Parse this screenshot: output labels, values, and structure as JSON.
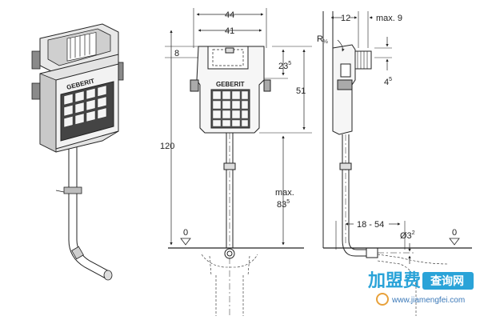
{
  "product": {
    "brand_label": "GEBERIT"
  },
  "front_view": {
    "width_outer": "44",
    "width_inner": "41",
    "top_offset": "8",
    "height_to_flush": "51",
    "flush_offset_main": "23",
    "flush_offset_sup": "5",
    "total_height": "120",
    "max_label": "max.",
    "max_height_main": "83",
    "max_height_sup": "5",
    "floor_level": "0"
  },
  "side_view": {
    "depth_top": "12",
    "max_depth": "max. 9",
    "inlet_thread_main": "R",
    "inlet_thread_frac": "½",
    "inlet_height_main": "4",
    "inlet_height_sup": "5",
    "adjust_range": "18 - 54",
    "pipe_diameter_main": "Ø3",
    "pipe_diameter_sup": "2",
    "floor_level": "0"
  },
  "watermark": {
    "brand_text": "加盟费",
    "tag_text": "查询网",
    "url": "www.jiamengfei.com"
  },
  "colors": {
    "line": "#222222",
    "frame_gray": "#9a9a9a",
    "watermark_blue": "#2aa3d8"
  }
}
